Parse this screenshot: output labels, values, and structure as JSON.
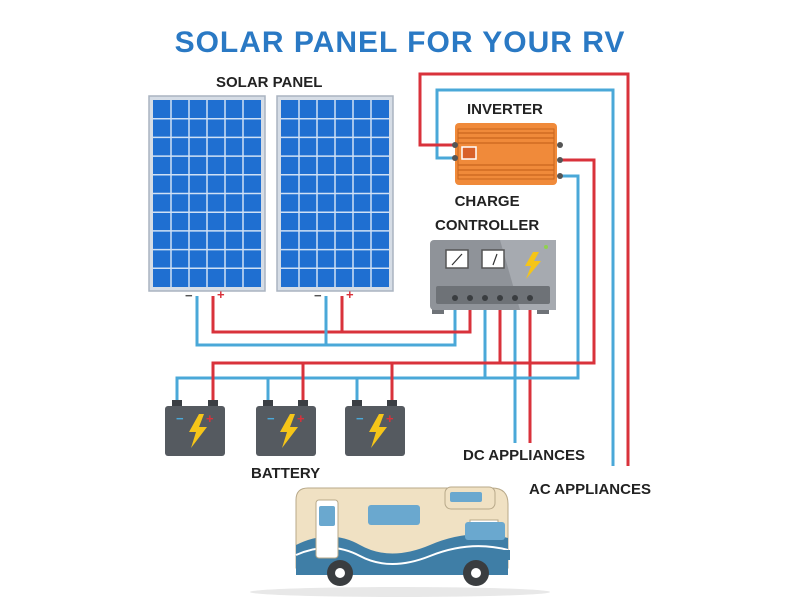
{
  "title": "SOLAR PANEL FOR YOUR RV",
  "labels": {
    "solar_panel": "SOLAR PANEL",
    "inverter": "INVERTER",
    "charge_controller": "CHARGE\nCONTROLLER",
    "battery": "BATTERY",
    "dc_appliances": "DC APPLIANCES",
    "ac_appliances": "AC APPLIANCES"
  },
  "terminal_marks": {
    "negative": "−",
    "positive": "+"
  },
  "colors": {
    "title": "#2a79c4",
    "positive_wire": "#d9323b",
    "negative_wire": "#4aa8d8",
    "panel_cell": "#1f6fd1",
    "inverter": "#f08a3a",
    "controller": "#8f9399",
    "battery": "#555a60",
    "bolt": "#f5c518",
    "rv_body": "#f0e1c3",
    "rv_wave": "#3f7ea6",
    "rv_window": "#6aa8cf"
  }
}
